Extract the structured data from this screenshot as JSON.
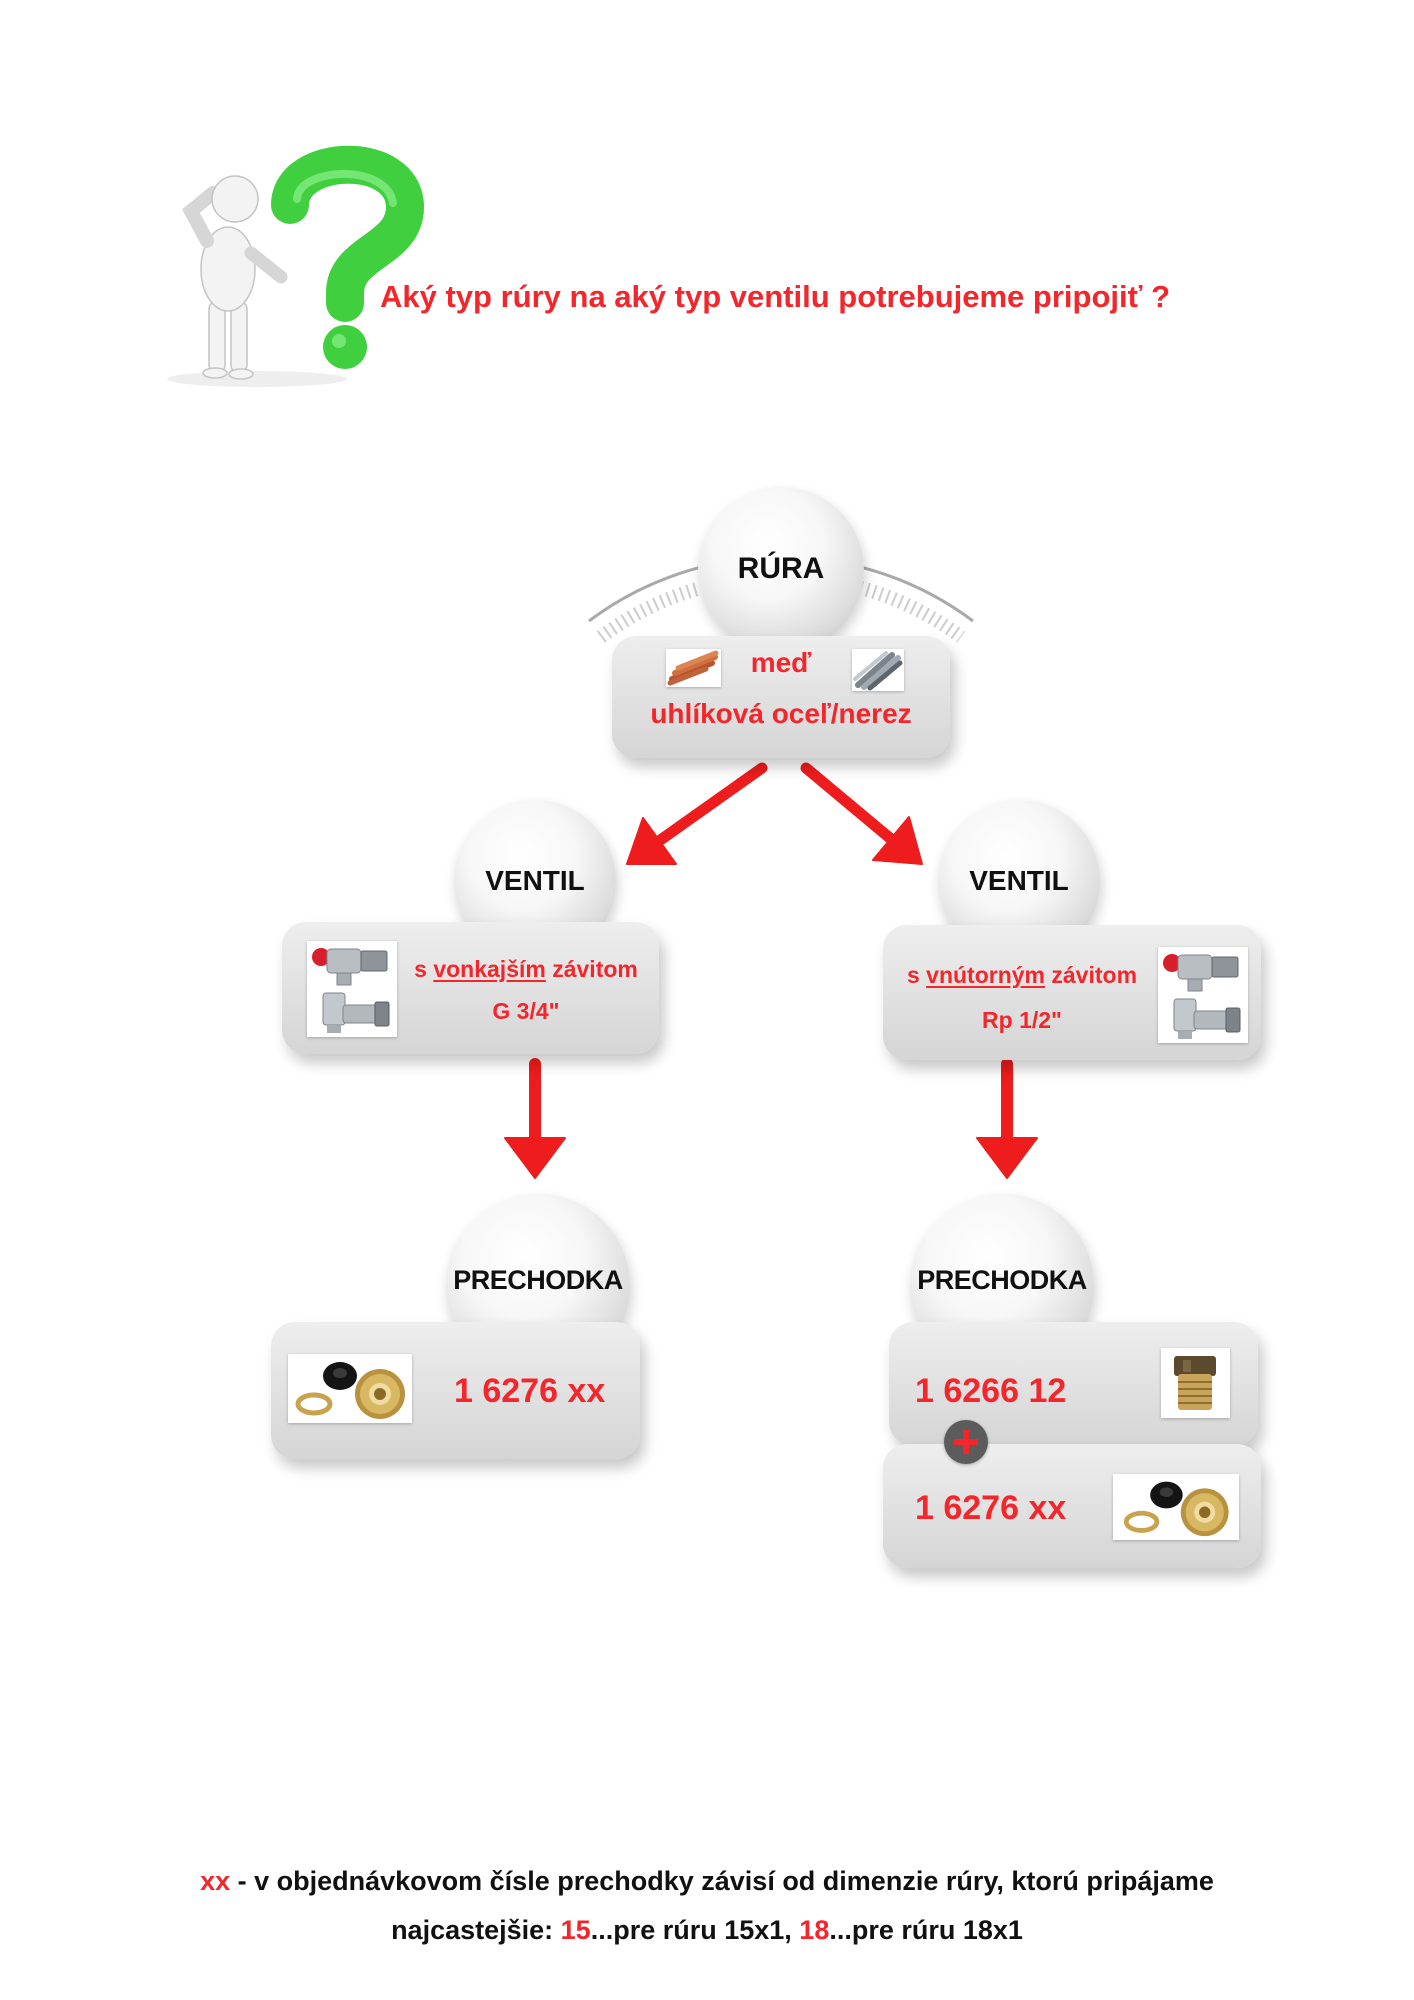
{
  "header": {
    "title": "Aký typ rúry na aký typ ventilu potrebujeme pripojiť ?",
    "illustration_icon": "thinking-person-question-mark-icon"
  },
  "pipe": {
    "label": "RÚRA",
    "material_1": "meď",
    "material_2": "uhlíková oceľ/nerez",
    "icons": [
      "copper-pipes-icon",
      "steel-pipes-icon"
    ]
  },
  "valve_external": {
    "label": "VENTIL",
    "line1_prefix": "s ",
    "line1_underlined": "vonkajším",
    "line1_suffix": " závitom",
    "line2": "G 3/4\"",
    "icon": "angle-valve-icon"
  },
  "valve_internal": {
    "label": "VENTIL",
    "line1_prefix": "s ",
    "line1_underlined": "vnútorným",
    "line1_suffix": " závitom",
    "line2": "Rp 1/2\"",
    "icon": "angle-valve-icon"
  },
  "adapter_external": {
    "label": "PRECHODKA",
    "code": "1 6276 xx",
    "icon": "compression-fitting-icon"
  },
  "adapter_internal": {
    "label": "PRECHODKA",
    "code_1": "1 6266 12",
    "code_2": "1 6276 xx",
    "icons": [
      "threaded-nipple-icon",
      "compression-fitting-icon"
    ],
    "joiner_icon": "plus-icon"
  },
  "footnote": {
    "key": "xx",
    "line1_text": " - v objednávkovom čísle prechodky závisí od dimenzie rúry, ktorú pripájame",
    "line2_prefix": "najcastejšie: ",
    "value_1": "15",
    "text_1": "...pre rúru 15x1, ",
    "value_2": "18",
    "text_2": "...pre rúru 18x1"
  },
  "colors": {
    "accent_red": "#f2262b",
    "question_green": "#4cd94c",
    "box_gray": "#d5d5d5",
    "arrow_red": "#ee1c1c"
  }
}
